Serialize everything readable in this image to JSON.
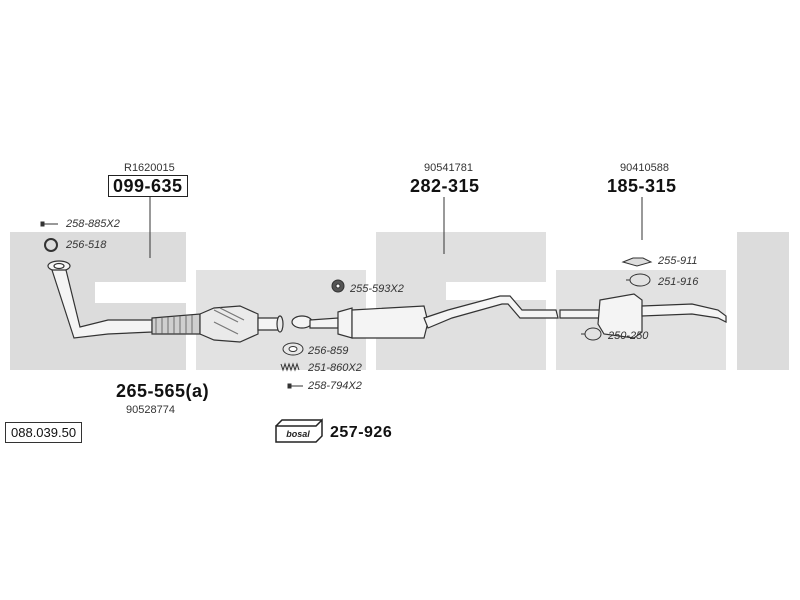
{
  "catalog_number": "088.039.50",
  "parts": {
    "front_pipe": {
      "ref": "R1620015",
      "number": "099-635"
    },
    "middle": {
      "ref": "90541781",
      "number": "282-315"
    },
    "rear": {
      "ref": "90410588",
      "number": "185-315"
    },
    "catalyst": {
      "number": "265-565(a)",
      "ref": "90528774"
    },
    "mounting_kit": {
      "number": "257-926",
      "brand": "bosal"
    }
  },
  "accessories": [
    {
      "code": "258-885X2",
      "icon": "bolt-icon"
    },
    {
      "code": "256-518",
      "icon": "ring-gasket-icon"
    },
    {
      "code": "255-593X2",
      "icon": "rubber-hanger-icon"
    },
    {
      "code": "256-859",
      "icon": "flange-gasket-icon"
    },
    {
      "code": "251-860X2",
      "icon": "spring-icon"
    },
    {
      "code": "258-794X2",
      "icon": "bolt-icon"
    },
    {
      "code": "255-911",
      "icon": "bracket-icon"
    },
    {
      "code": "251-916",
      "icon": "clamp-icon"
    },
    {
      "code": "250-250",
      "icon": "clamp-icon"
    }
  ],
  "colors": {
    "watermark": "#dcdcdc",
    "line": "#333333",
    "pipe_fill": "#f4f4f4"
  }
}
